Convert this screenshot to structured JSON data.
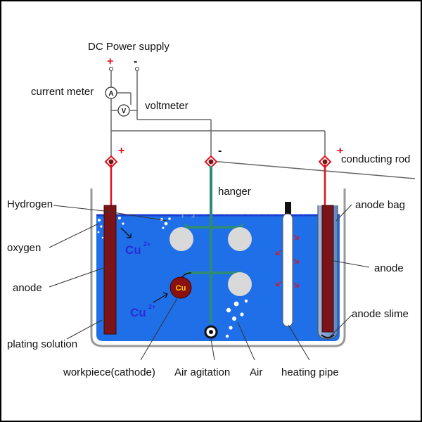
{
  "labels": {
    "dc_power_supply": "DC Power supply",
    "current_meter": "current meter",
    "voltmeter": "voltmeter",
    "conducting_rod": "conducting rod",
    "hanger": "hanger",
    "hydrogen": "Hydrogen",
    "oxygen": "oxygen",
    "anode_left": "anode",
    "plating_solution": "plating solution",
    "workpiece": "workpiece(cathode)",
    "air_agitation": "Air agitation",
    "air": "Air",
    "heating_pipe": "heating pipe",
    "anode_bag": "anode bag",
    "anode_right": "anode",
    "anode_slime": "anode slime"
  },
  "meters": {
    "ammeter": "A",
    "voltmeter": "V"
  },
  "polarity": {
    "plus": "+",
    "minus": "-"
  },
  "ions": {
    "symbol": "Cu",
    "charge": "2+"
  },
  "workpiece_symbol": "Cu",
  "watermark": "lqkj.en.alibaba.com",
  "colors": {
    "solution": "#1f6fe8",
    "solution_surface": "#1a3fd0",
    "anode": "#7a1418",
    "rod_red": "#e0101a",
    "hanger": "#2e8b7a",
    "workpiece": "#8b1010",
    "gray_part": "#d9d9d9"
  }
}
